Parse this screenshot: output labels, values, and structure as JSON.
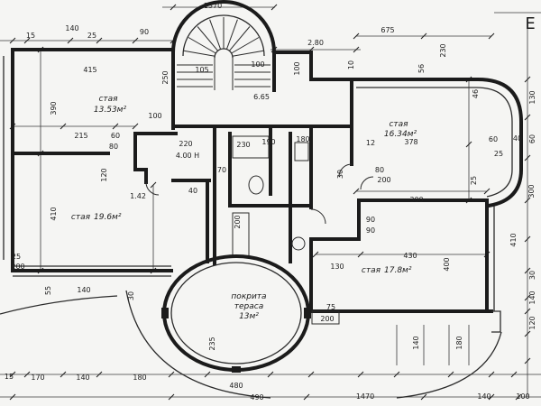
{
  "sheet_mark": "Е",
  "rooms": {
    "top_left": {
      "name": "стая",
      "area": "13.53м²"
    },
    "left": {
      "name": "стая",
      "area": "19.6м²"
    },
    "top_right": {
      "name": "стая",
      "area": "16.34м²"
    },
    "bottom_right": {
      "name": "стая",
      "area": "17.8м²"
    },
    "terrace": {
      "name_1": "покрита",
      "name_2": "тераса",
      "area": "13м²"
    }
  },
  "dimensions": [
    "1370",
    "675",
    "2.80",
    "230",
    "15",
    "140",
    "25",
    "90",
    "415",
    "250",
    "105",
    "100",
    "6.65",
    "100",
    "10",
    "56",
    "46",
    "390",
    "100",
    "215",
    "60",
    "80",
    "220",
    "4.00 H",
    "230",
    "190",
    "180",
    "12",
    "378",
    "60",
    "40",
    "25",
    "30",
    "80",
    "200",
    "120",
    "70",
    "40",
    "1.42",
    "410",
    "300",
    "25",
    "90",
    "90",
    "200",
    "410",
    "430",
    "130",
    "400",
    "25",
    "200",
    "55",
    "140",
    "30",
    "75",
    "200",
    "235",
    "15",
    "170",
    "140",
    "180",
    "480",
    "490",
    "1470",
    "140",
    "100",
    "140",
    "180",
    "130",
    "60",
    "300",
    "30",
    "140",
    "120"
  ]
}
